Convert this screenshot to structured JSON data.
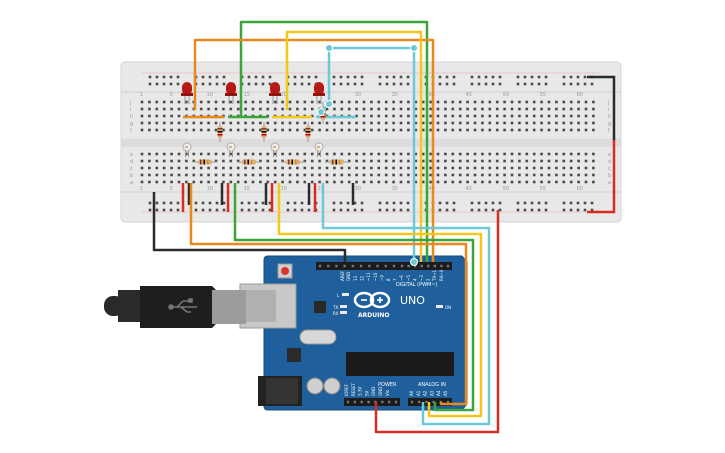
{
  "arduino": {
    "model": "UNO",
    "brand": "ARDUINO",
    "digital_label": "DIGITAL (PWM~)",
    "power_label": "POWER",
    "analog_label": "ANALOG IN",
    "on_label": "ON",
    "tx_label": "TX",
    "rx_label": "RX",
    "l_label": "L",
    "aref": "AREF",
    "gnd": "GND",
    "digital_pins": [
      "13",
      "12",
      "~11",
      "~10",
      "~9",
      "8",
      "7",
      "~6",
      "~5",
      "4",
      "~3",
      "2",
      "TX→1",
      "RX←0"
    ],
    "power_pins": [
      "IOREF",
      "RESET",
      "3.3V",
      "5V",
      "GND",
      "GND",
      "Vin"
    ],
    "analog_pins": [
      "A0",
      "A1",
      "A2",
      "A3",
      "A4",
      "A5"
    ],
    "board_color": "#1f5f9c"
  },
  "breadboard": {
    "column_numbers": [
      "1",
      "5",
      "10",
      "15",
      "20",
      "25",
      "30",
      "35",
      "40",
      "45",
      "50",
      "55",
      "60"
    ],
    "row_letters_top": [
      "j",
      "i",
      "h",
      "g",
      "f"
    ],
    "row_letters_bottom": [
      "e",
      "d",
      "c",
      "b",
      "a"
    ]
  },
  "wire_colors": {
    "orange": "#e8891e",
    "green": "#3aa63a",
    "yellow": "#f1c81b",
    "cyan": "#6cc9d6",
    "red": "#d82b22",
    "black": "#2b2b2b"
  }
}
